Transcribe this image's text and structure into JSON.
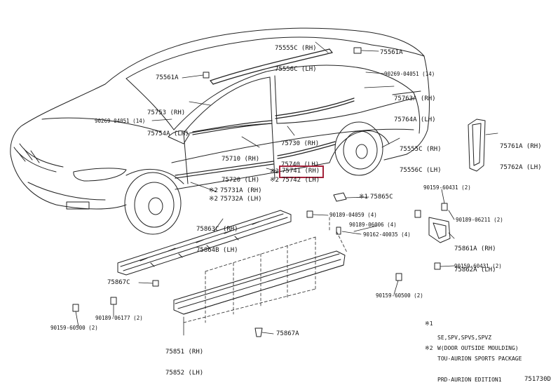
{
  "callouts": {
    "c75555": [
      "75555C (RH)",
      "75556C (LH)"
    ],
    "c75561a_top": "75561A",
    "c75561a_left": "75561A",
    "c90269_14_top": "90269-04051 (14)",
    "c75763": [
      "75763A (RH)",
      "75764A (LH)"
    ],
    "c75753": [
      "75753 (RH)",
      "75754A (LH)"
    ],
    "c90269_14_left": "90269-04051 (14)",
    "c75730": [
      "75730 (RH)",
      "75740 (LH)"
    ],
    "c75710": [
      "75710 (RH)",
      "75720 (LH)"
    ],
    "c75555c": [
      "75555C (RH)",
      "75556C (LH)"
    ],
    "c75761": [
      "75761A (RH)",
      "75762A (LH)"
    ],
    "c75741": [
      "75741 (RH)",
      "75742 (LH)"
    ],
    "mark_75741": "※2",
    "mark_75742": "※2",
    "c75731": [
      "75731A (RH)",
      "75732A (LH)"
    ],
    "mark_75731": "※2",
    "mark_75732": "※2",
    "c75865": "75865C",
    "mark_75865": "※1",
    "c90159_431_top": "90159-60431 (2)",
    "c75863": [
      "75863C (RH)",
      "75864B (LH)"
    ],
    "c90189_059": "90189-04059 (4)",
    "c90189_06006": "90189-06006 (4)",
    "c90189_211": "90189-06211 (2)",
    "c90162": "90162-40035 (4)",
    "c75861": [
      "75861A (RH)",
      "75862A (LH)"
    ],
    "c90159_431_bot": "90159-60431 (2)",
    "c75867c": "75867C",
    "c90159_500_mid": "90159-60500 (2)",
    "c90159_500_left": "90159-60500 (2)",
    "c90189_177": "90189-06177 (2)",
    "c75867a": "75867A",
    "c75851": [
      "75851 (RH)",
      "75852 (LH)"
    ]
  },
  "notes": {
    "n1_mark": "※1",
    "n1_lines": [
      "SE,SPV,SPVS,SPVZ",
      "TOU-AURION SPORTS PACKAGE",
      "PRD-AURION EDITION1"
    ],
    "n2_mark": "※2",
    "n2_text": "W(DOOR OUTSIDE MOULDING)"
  },
  "diagram_code": "751730D",
  "highlight_color": "#a3223a"
}
